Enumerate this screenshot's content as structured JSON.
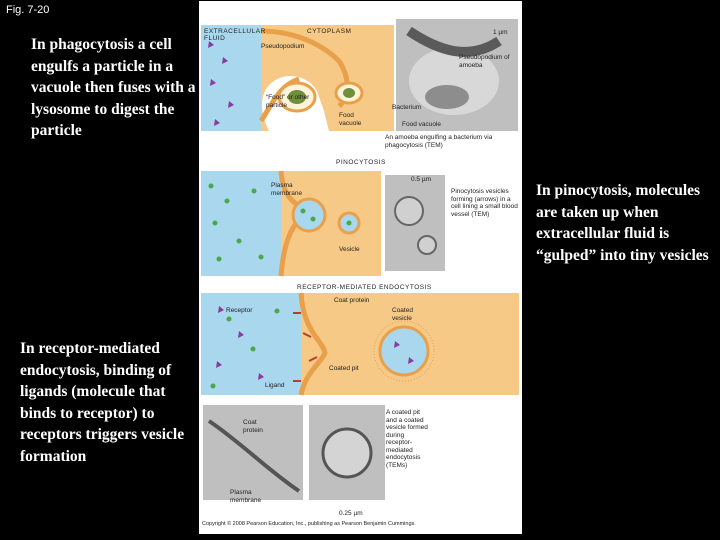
{
  "slide": {
    "fig_label": "Fig. 7-20",
    "captions": {
      "phagocytosis": "In phagocytosis a cell engulfs a particle in a vacuole then fuses with a lysosome to digest the particle",
      "pinocytosis": "In pinocytosis, molecules are taken up when extracellular fluid is “gulped” into tiny vesicles",
      "receptor": "In receptor-mediated endocytosis, binding of ligands (molecule that binds to receptor) to receptors triggers vesicle formation"
    }
  },
  "figure": {
    "phago": {
      "extracellular": "EXTRACELLULAR FLUID",
      "cytoplasm": "CYTOPLASM",
      "scale": "1 µm",
      "pseudopodium": "Pseudopodium",
      "pseudo_amoeba": "Pseudopodium of amoeba",
      "food": "“Food” or other particle",
      "food_vacuole": "Food vacuole",
      "bacterium": "Bacterium",
      "food_vacuole_micro": "Food vacuole",
      "micro_caption": "An amoeba engulfing a bacterium via phagocytosis (TEM)"
    },
    "pino": {
      "heading": "PINOCYTOSIS",
      "scale": "0.5 µm",
      "plasma": "Plasma membrane",
      "vesicles_caption": "Pinocytosis vesicles forming (arrows) in a cell lining a small blood vessel (TEM)",
      "vesicle": "Vesicle"
    },
    "rme": {
      "heading": "RECEPTOR-MEDIATED ENDOCYTOSIS",
      "coat_protein": "Coat protein",
      "receptor": "Receptor",
      "coated_vesicle": "Coated vesicle",
      "coated_pit": "Coated pit",
      "ligand": "Ligand",
      "coat_protein2": "Coat protein",
      "micro_caption": "A coated pit and a coated vesicle formed during receptor-mediated endocytosis (TEMs)",
      "plasma": "Plasma membrane",
      "scale": "0.25 µm"
    },
    "copyright": "Copyright © 2008 Pearson Education, Inc., publishing as Pearson Benjamin Cummings."
  },
  "colors": {
    "fluid": "#a9d7ee",
    "cytoplasm": "#f6c987",
    "membrane": "#e8a04a",
    "molecule": "#4aa84a",
    "ligand": "#8a3c9c",
    "receptor": "#c0392b"
  }
}
